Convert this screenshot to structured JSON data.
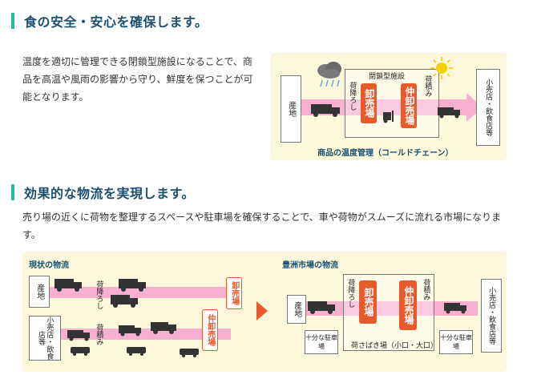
{
  "section1": {
    "title": "食の安全・安心を確保します。",
    "paragraph_lines": [
      "温度を適切に管理できる閉鎖型施設になることで、商",
      "品を高温や風雨の影響から守り、鮮度を保つことが可",
      "能となります。"
    ]
  },
  "diagram1": {
    "origin": "産地",
    "facility": "閉鎖型施設",
    "unloading": "荷降ろし",
    "wholesale": "卸売場",
    "intermediate": "仲卸売場",
    "loading": "荷積み",
    "destination": "小売店・飲食店等",
    "caption": "商品の温度管理（コールドチェーン）"
  },
  "section2": {
    "title": "効果的な物流を実現します。",
    "paragraph_lines": [
      "売り場の近くに荷物を整理するスペースや駐車場を確保することで、車や荷物がスムーズに流れる市場になりま",
      "す。"
    ]
  },
  "diagram2": {
    "left_title": "現状の物流",
    "right_title": "豊洲市場の物流",
    "origin": "産地",
    "retail": "小売店・飲食店等",
    "unloading": "荷降ろし",
    "loading": "荷積み",
    "wholesale": "卸売場",
    "intermediate": "仲卸売場",
    "parking": "十分な駐車場",
    "sorting": "荷さばき場（小口・大口）",
    "colors": {
      "accent": "#2bb3a3",
      "wholesale": "#e75a2c",
      "flow": "#f7b0d0",
      "panel": "#fdf8dc"
    }
  }
}
